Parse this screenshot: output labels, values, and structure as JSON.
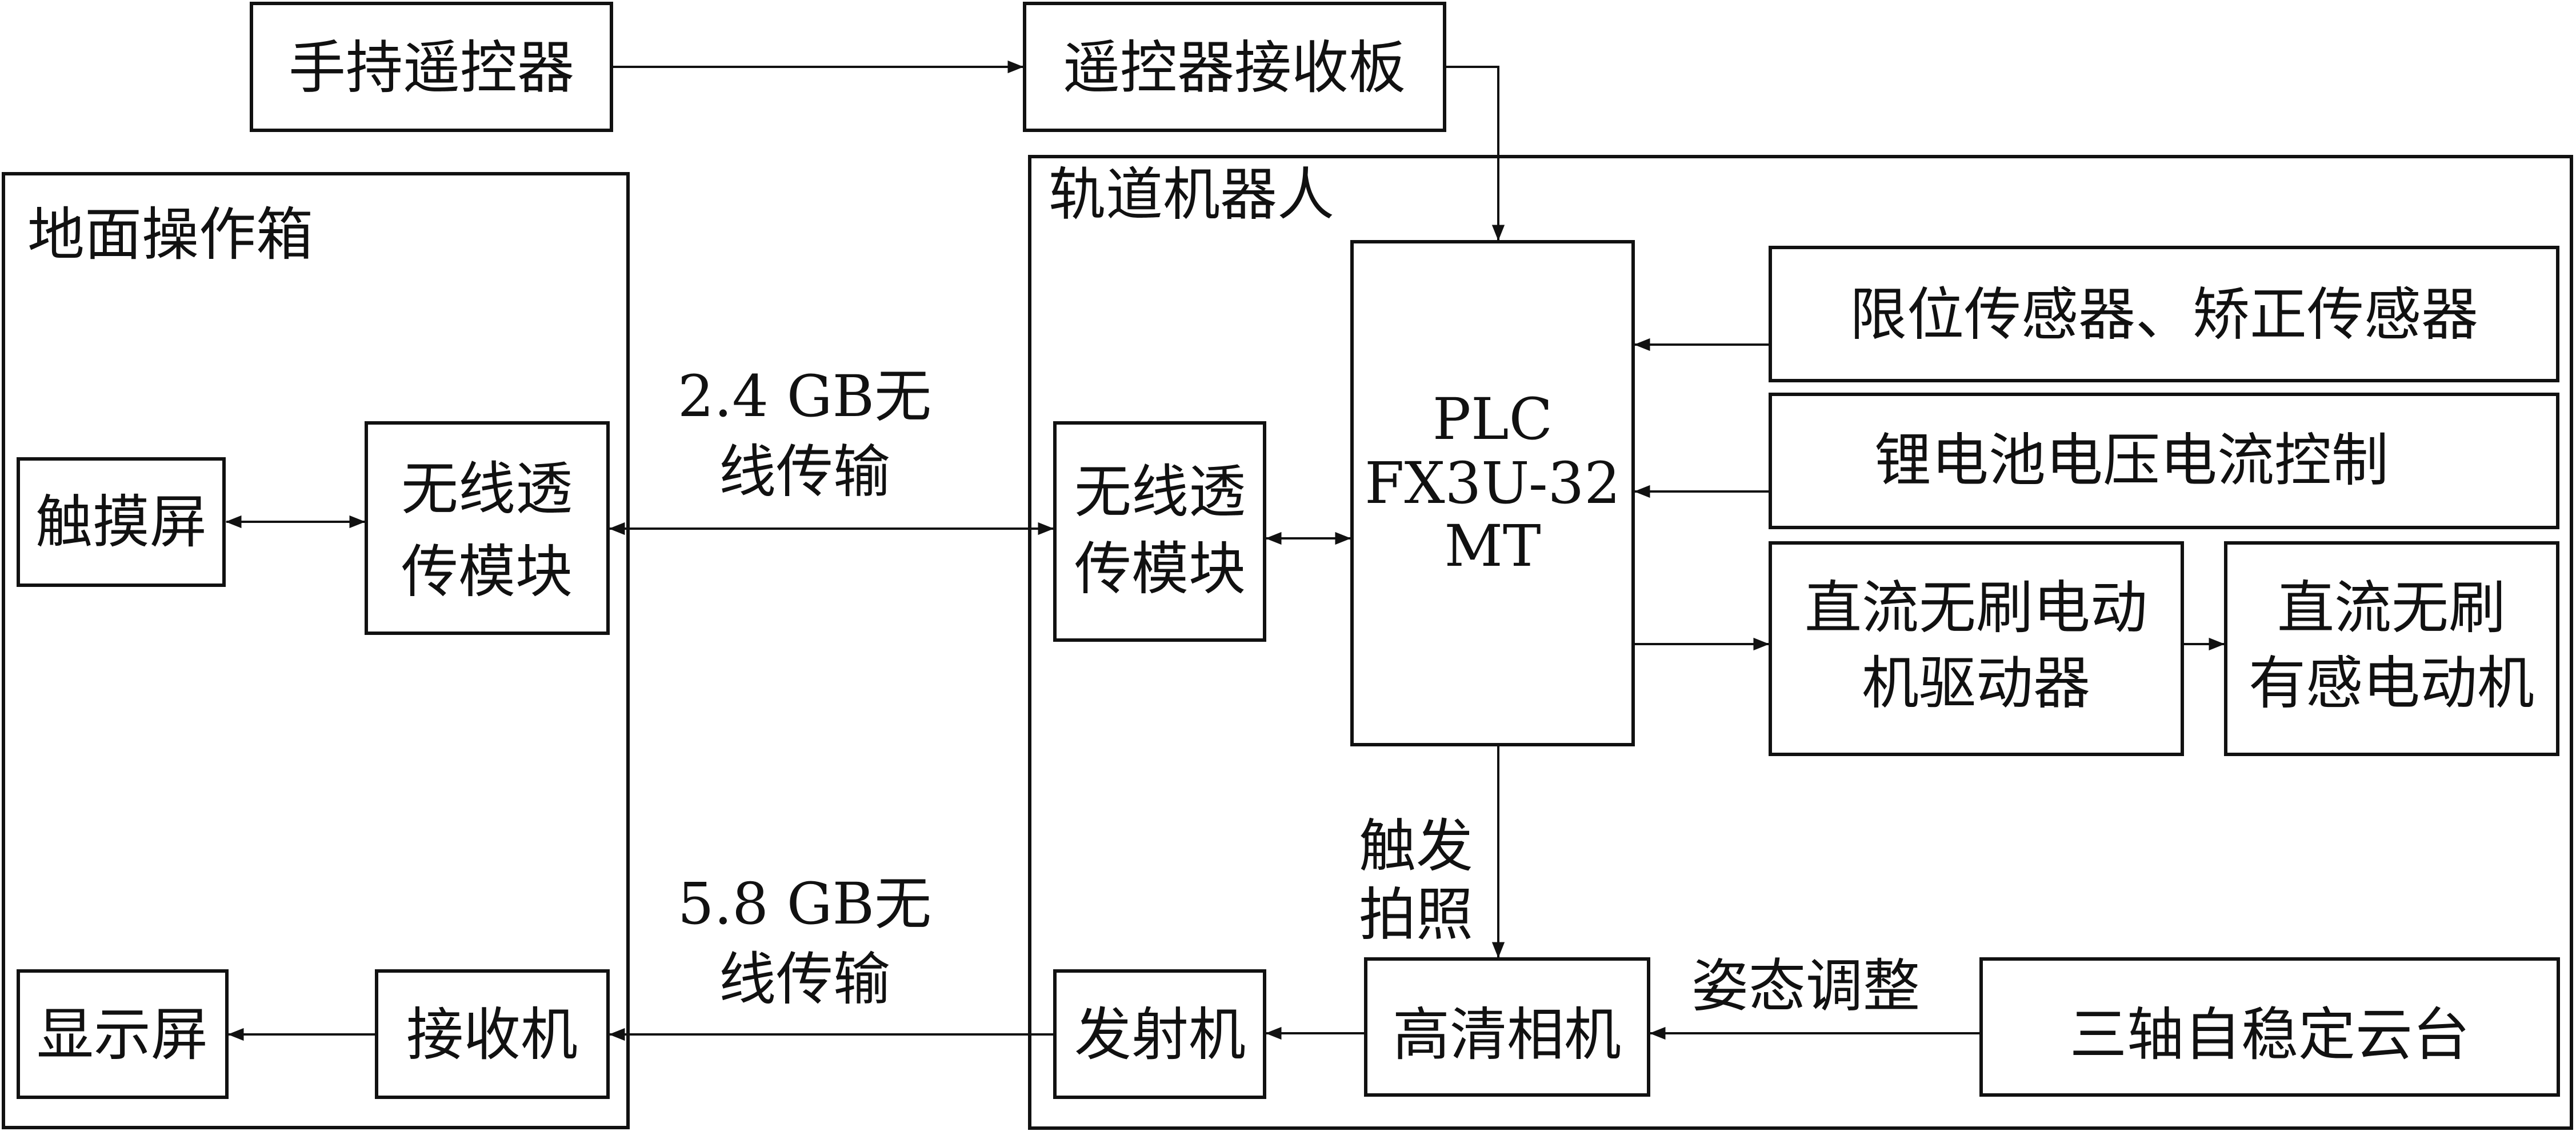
{
  "colors": {
    "line": "#111111",
    "background": "#ffffff"
  },
  "top": {
    "remote": "手持遥控器",
    "receiver_board": "遥控器接收板"
  },
  "ground_box": {
    "title": "地面操作箱",
    "touchscreen": "触摸屏",
    "wireless_module_line1": "无线透",
    "wireless_module_line2": "传模块",
    "display": "显示屏",
    "receiver": "接收机"
  },
  "links": {
    "wifi_24_line1": "2.4 GB无",
    "wifi_24_line2": "线传输",
    "wifi_58_line1": "5.8 GB无",
    "wifi_58_line2": "线传输"
  },
  "robot_box": {
    "title": "轨道机器人",
    "wireless_module_line1": "无线透",
    "wireless_module_line2": "传模块",
    "plc_line1": "PLC",
    "plc_line2": "FX3U-32",
    "plc_line3": "MT",
    "limit_sensor": "限位传感器、矫正传感器",
    "battery_control": "锂电池电压电流控制",
    "motor_driver_line1": "直流无刷电动",
    "motor_driver_line2": "机驱动器",
    "motor_line1": "直流无刷",
    "motor_line2": "有感电动机",
    "trigger_line1": "触发",
    "trigger_line2": "拍照",
    "transmitter": "发射机",
    "hd_camera": "高清相机",
    "attitude_adjust": "姿态调整",
    "gimbal": "三轴自稳定云台"
  }
}
